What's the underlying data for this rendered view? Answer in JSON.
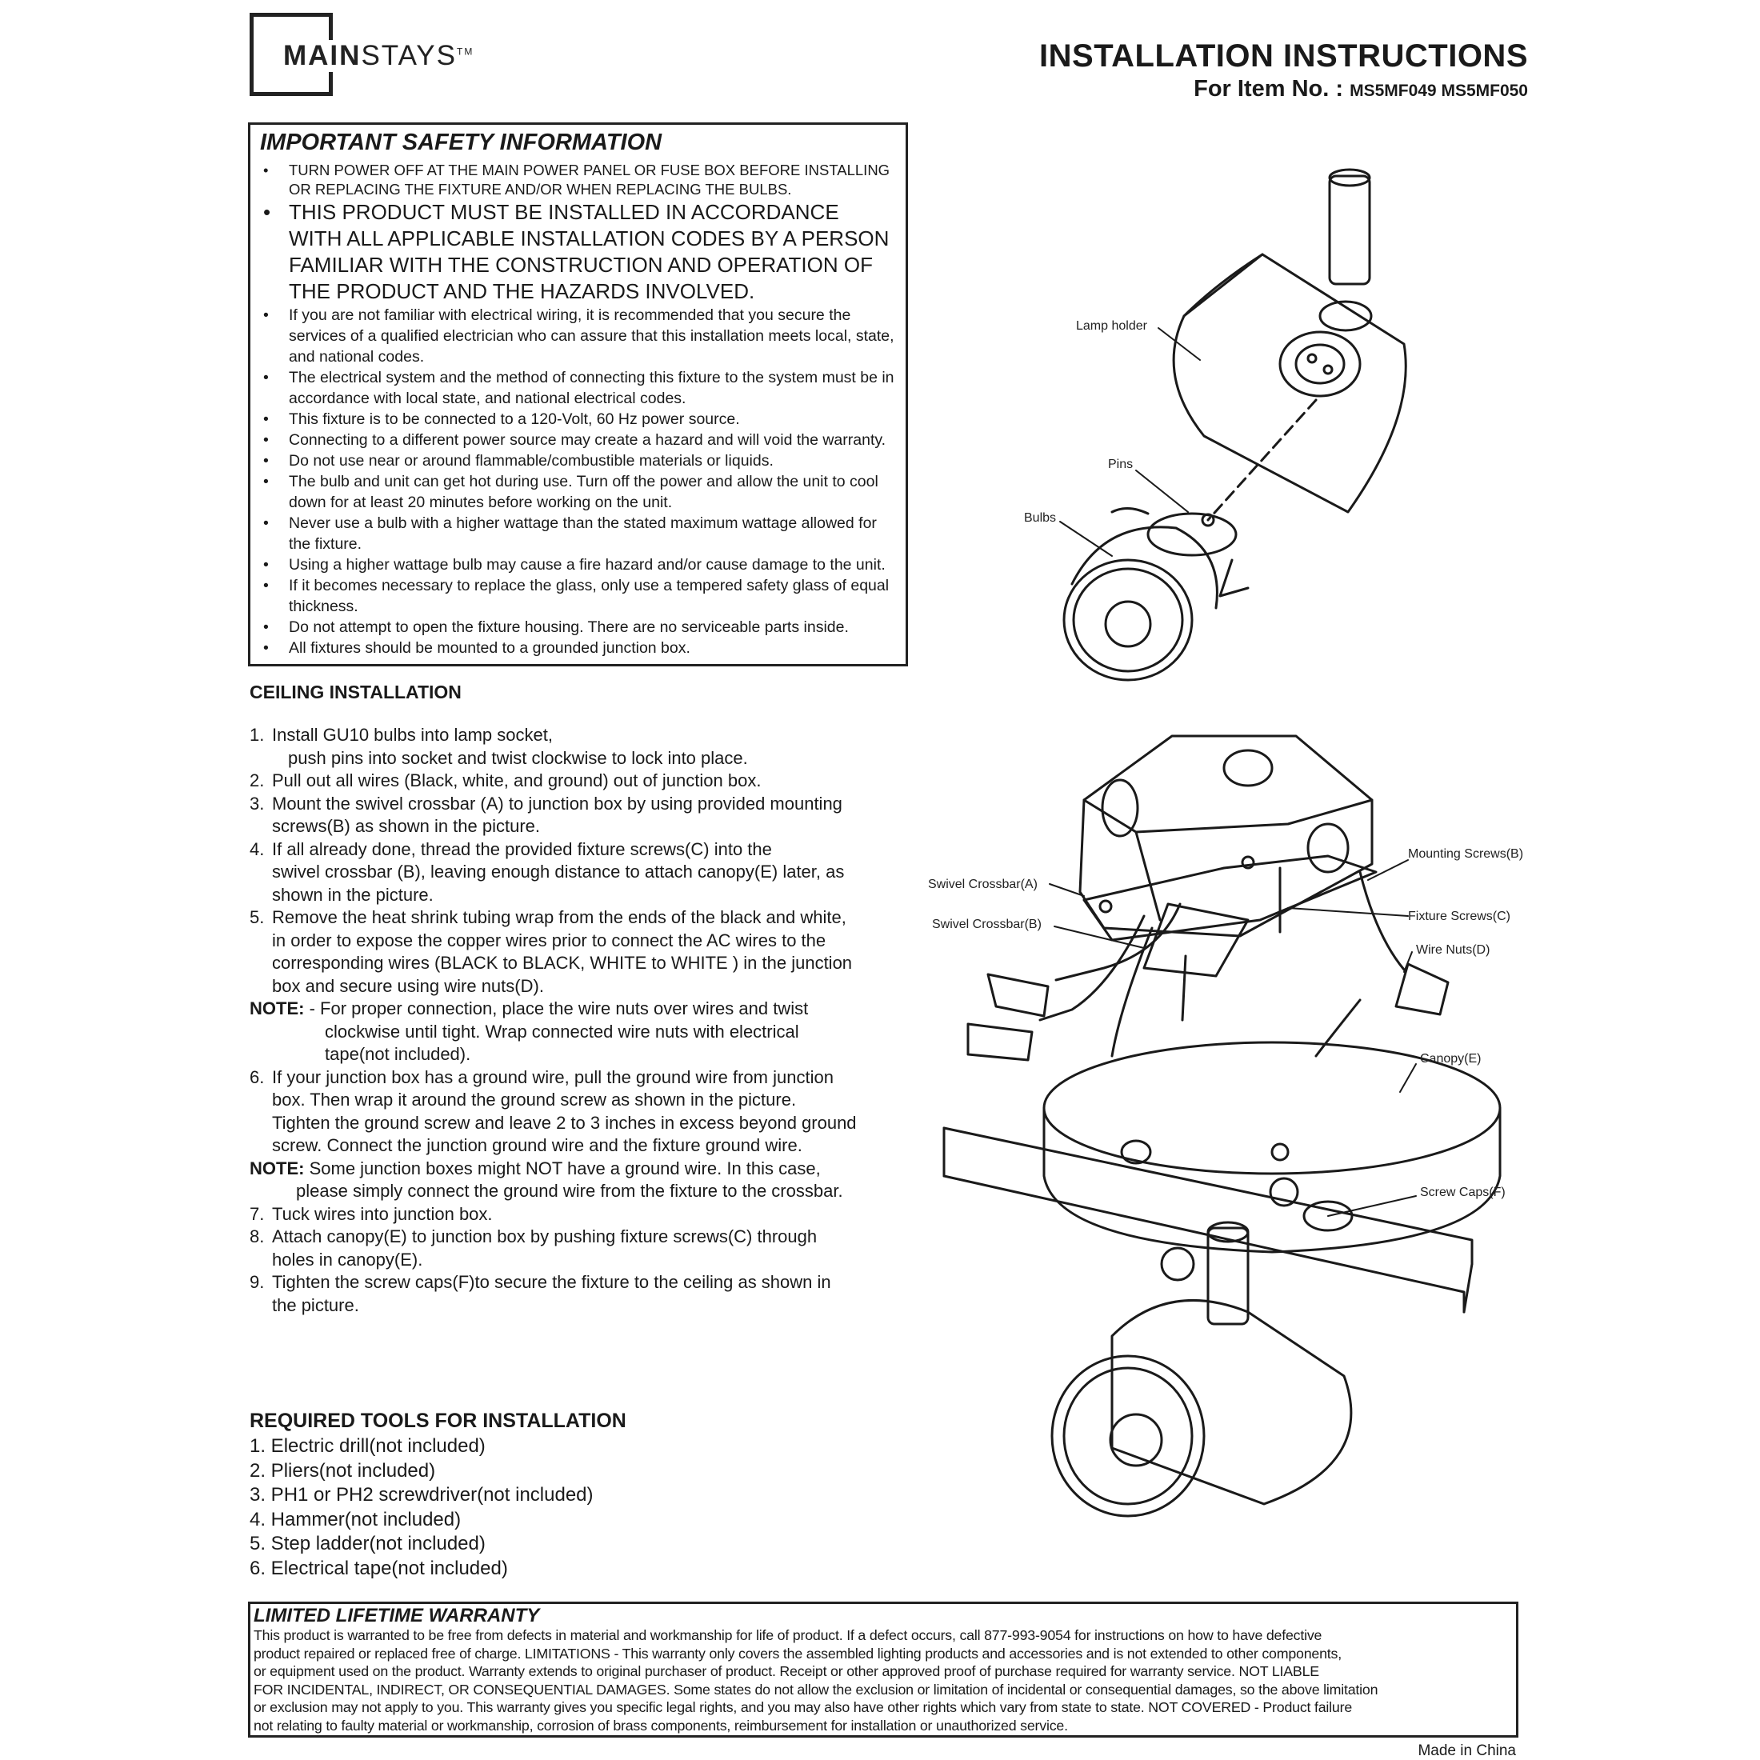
{
  "brand": {
    "main": "MAIN",
    "stays": "STAYS",
    "tm": "TM"
  },
  "header": {
    "title": "INSTALLATION INSTRUCTIONS",
    "item_label": "For Item No. :",
    "item_numbers": "MS5MF049 MS5MF050"
  },
  "safety": {
    "heading": "IMPORTANT SAFETY INFORMATION",
    "items": [
      "TURN POWER OFF AT THE MAIN POWER PANEL OR FUSE BOX BEFORE INSTALLING OR REPLACING THE FIXTURE AND/OR WHEN REPLACING THE BULBS.",
      "THIS PRODUCT MUST BE INSTALLED IN ACCORDANCE WITH ALL APPLICABLE INSTALLATION CODES BY A PERSON FAMILIAR WITH THE CONSTRUCTION AND OPERATION OF THE PRODUCT AND THE HAZARDS INVOLVED.",
      "If you are not familiar with electrical wiring, it is recommended that you secure the services of a qualified electrician who can assure that this installation meets local, state, and national codes.",
      "The electrical system and the method of connecting this fixture to the system must be in accordance with local state, and national electrical codes.",
      "This fixture is to be connected to a 120-Volt, 60 Hz power source.",
      "Connecting to a different power source may create a hazard and will void the warranty.",
      "Do not use near or around flammable/combustible materials or liquids.",
      "The bulb and unit can get hot during use. Turn off the power and allow the unit to cool down for at least 20 minutes before working on the unit.",
      "Never use a bulb with a higher wattage than the stated maximum wattage allowed for the fixture.",
      "Using a higher wattage bulb may cause a fire hazard and/or cause damage to the unit.",
      "If it becomes necessary to replace the glass, only use a tempered safety glass of equal thickness.",
      "Do not attempt to open the fixture housing. There are no serviceable parts inside.",
      "All fixtures should be mounted to a grounded junction box."
    ]
  },
  "ceiling": {
    "heading": "CEILING INSTALLATION",
    "steps": [
      {
        "n": "1.",
        "lines": [
          "Install GU10 bulbs into lamp socket,",
          "push pins into socket and twist clockwise to lock into place."
        ]
      },
      {
        "n": "2.",
        "lines": [
          "Pull out all wires (Black, white, and ground) out of junction box."
        ]
      },
      {
        "n": "3.",
        "lines": [
          "Mount the swivel crossbar (A) to junction box by using provided mounting",
          "screws(B) as shown in the picture."
        ]
      },
      {
        "n": "4.",
        "lines": [
          "If all already done, thread the provided fixture screws(C) into the",
          "swivel crossbar (B), leaving enough distance to attach canopy(E) later, as",
          "shown in the picture."
        ]
      },
      {
        "n": "5.",
        "lines": [
          "Remove the heat shrink tubing wrap from the ends of the black and white,",
          "in order to expose the copper wires prior to connect the AC wires to the",
          "corresponding wires (BLACK to BLACK, WHITE to WHITE ) in the junction",
          "box and secure using wire nuts(D)."
        ]
      }
    ],
    "note1_label": "NOTE:",
    "note1_lines": [
      "- For proper connection, place the wire nuts over wires and twist",
      "clockwise until tight. Wrap connected wire nuts with electrical",
      "tape(not included)."
    ],
    "step6": {
      "n": "6.",
      "lines": [
        "If your junction box has a ground wire, pull the ground wire from junction",
        "box. Then wrap it around the ground screw as shown in the picture.",
        "Tighten the ground screw and leave 2 to 3 inches in excess beyond ground",
        "screw. Connect the junction ground wire and the fixture ground wire."
      ]
    },
    "note2_label": "NOTE:",
    "note2_lines": [
      "Some junction boxes might NOT have a ground wire. In this case,",
      "please simply connect the ground wire from the fixture to the crossbar."
    ],
    "steps_end": [
      {
        "n": "7.",
        "lines": [
          "Tuck wires into junction box."
        ]
      },
      {
        "n": "8.",
        "lines": [
          "Attach canopy(E) to junction box by pushing fixture screws(C) through",
          "holes in canopy(E)."
        ]
      },
      {
        "n": "9.",
        "lines": [
          "Tighten the screw caps(F)to secure the fixture to the ceiling as shown in",
          "the picture."
        ]
      }
    ]
  },
  "tools": {
    "heading": "REQUIRED TOOLS FOR INSTALLATION",
    "items": [
      "1. Electric drill(not included)",
      "2. Pliers(not included)",
      "3. PH1 or PH2 screwdriver(not included)",
      "4. Hammer(not included)",
      "5. Step ladder(not included)",
      "6. Electrical tape(not included)"
    ]
  },
  "figure_labels": {
    "lamp_holder": "Lamp holder",
    "pins": "Pins",
    "bulbs": "Bulbs",
    "mounting_screws": "Mounting Screws(B)",
    "swivel_a": "Swivel Crossbar(A)",
    "swivel_b": "Swivel Crossbar(B)",
    "fixture_screws": "Fixture Screws(C)",
    "wire_nuts": "Wire Nuts(D)",
    "canopy": "Canopy(E)",
    "screw_caps": "Screw Caps(F)"
  },
  "warranty": {
    "heading": "LIMITED LIFETIME WARRANTY",
    "lines": [
      "This product is warranted to be free from defects in material and workmanship for life of product. If a defect occurs, call 877-993-9054 for instructions on how to have defective",
      "product repaired or replaced free of charge. LIMITATIONS - This warranty only covers the assembled lighting products and accessories and is not extended to other components,",
      "or equipment used on the product. Warranty extends to original purchaser of  product. Receipt or other approved proof of purchase required for warranty service. NOT LIABLE",
      "FOR INCIDENTAL, INDIRECT, OR CONSEQUENTIAL DAMAGES. Some states do not allow the exclusion or limitation of incidental or consequential damages, so the above limitation",
      "or exclusion may not apply to you. This warranty gives you specific legal rights, and you may also have other rights which vary from state to state. NOT COVERED - Product failure",
      "not relating to faulty material or workmanship, corrosion of brass components, reimbursement for installation or unauthorized service."
    ]
  },
  "footer": {
    "made_in": "Made in China"
  }
}
